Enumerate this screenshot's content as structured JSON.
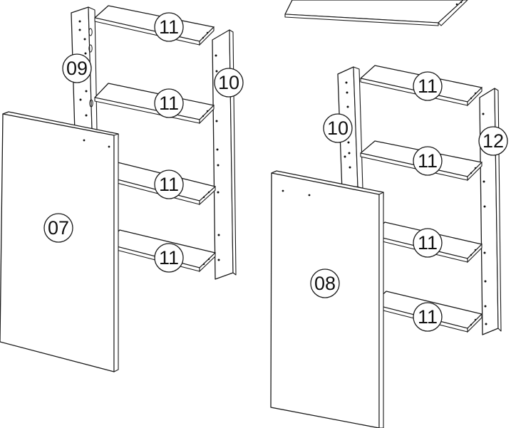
{
  "labels": {
    "panel_left_door": "07",
    "panel_right_door": "08",
    "left_rear_upright": "09",
    "left_front_upright": "10",
    "right_rear_upright": "10",
    "right_front_upright": "12",
    "shelf": "11"
  }
}
